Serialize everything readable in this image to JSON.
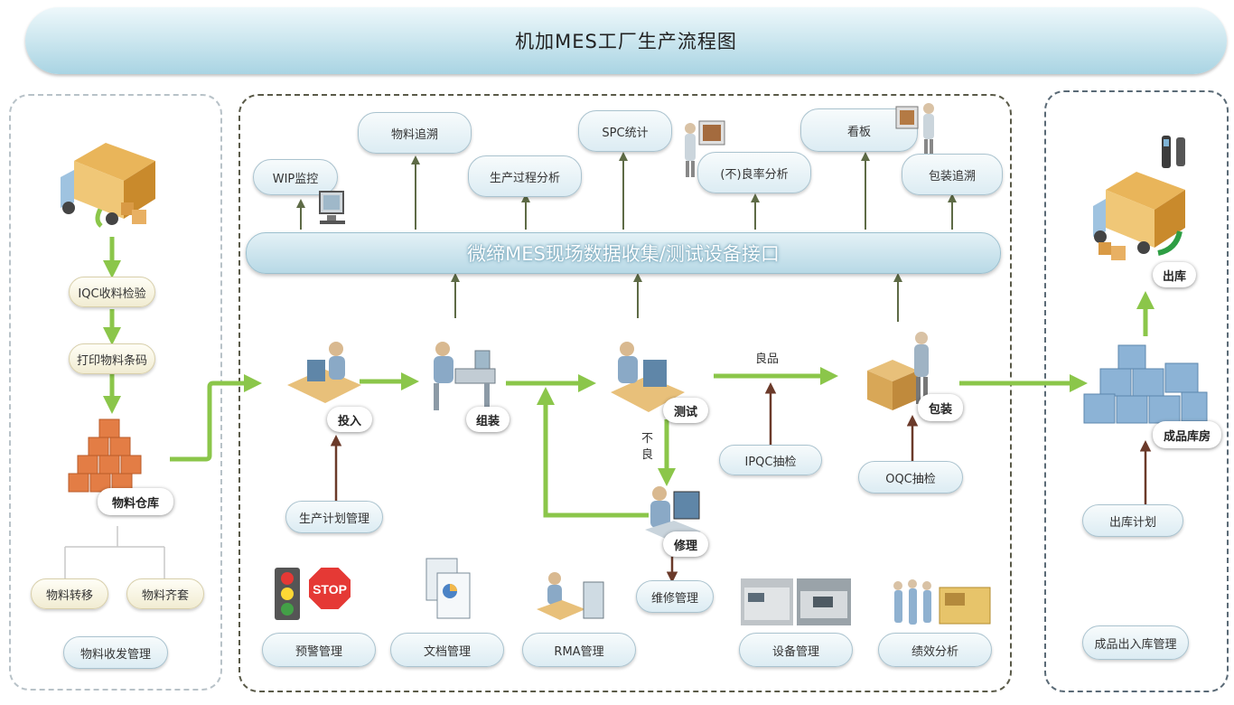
{
  "title": "机加MES工厂生产流程图",
  "mes_bar": "微缔MES现场数据收集/测试设备接口",
  "left": {
    "iqc": "IQC收料检验",
    "print": "打印物料条码",
    "warehouse": "物料仓库",
    "transfer": "物料转移",
    "kitting": "物料齐套",
    "footer": "物料收发管理"
  },
  "top": {
    "wip": "WIP监控",
    "trace": "物料追溯",
    "process": "生产过程分析",
    "spc": "SPC统计",
    "yield": "(不)良率分析",
    "board": "看板",
    "pack_trace": "包装追溯"
  },
  "stations": {
    "input": "投入",
    "assembly": "组装",
    "test": "测试",
    "repair": "修理",
    "pack": "包装"
  },
  "flow": {
    "good": "良品",
    "bad_1": "不",
    "bad_2": "良"
  },
  "middle": {
    "plan": "生产计划管理",
    "ipqc": "IPQC抽检",
    "oqc": "OQC抽检",
    "repair_mgmt": "维修管理"
  },
  "bottom": {
    "alarm": "预警管理",
    "doc": "文档管理",
    "rma": "RMA管理",
    "equip": "设备管理",
    "perf": "绩效分析"
  },
  "stop_sign": "STOP",
  "right": {
    "ship": "出库",
    "fg_warehouse": "成品库房",
    "ship_plan": "出库计划",
    "footer": "成品出入库管理"
  },
  "colors": {
    "green_arrow": "#8bc64a",
    "olive_arrow": "#5e6b46",
    "brown_arrow": "#6b3a2a",
    "pill_fill": "#e6f1f6"
  }
}
